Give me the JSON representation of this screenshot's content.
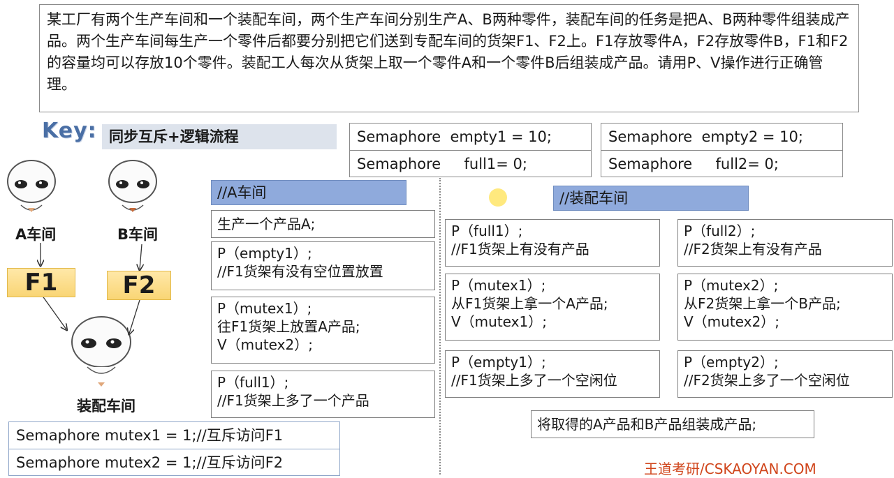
{
  "problem": {
    "text": "某工厂有两个生产车间和一个装配车间，两个生产车间分别生产A、B两种零件，装配车间的任务是把A、B两种零件组装成产品。两个生产车间每生产一个零件后都要分别把它们送到专配车间的货架F1、F2上。F1存放零件A，F2存放零件B，F1和F2的容量均可以存放10个零件。装配工人每次从货架上取一个零件A和一个零件B后组装成产品。请用P、V操作进行正确管理。"
  },
  "key": {
    "label": "Key:",
    "title": "同步互斥+逻辑流程"
  },
  "semaphores": {
    "set1": [
      "Semaphore  empty1 = 10;",
      "Semaphore     full1= 0;"
    ],
    "set2": [
      "Semaphore  empty2 = 10;",
      "Semaphore     full2= 0;"
    ],
    "mutex": [
      "Semaphore mutex1 = 1;//互斥访问F1",
      "Semaphore mutex2 = 1;//互斥访问F2"
    ]
  },
  "diagram": {
    "workshop_a": "A车间",
    "workshop_b": "B车间",
    "shelf_f1": "F1",
    "shelf_f2": "F2",
    "assembly": "装配车间"
  },
  "a_workshop": {
    "header": "//A车间",
    "steps": [
      "生产一个产品A;",
      "P（empty1）;\n//F1货架有没有空位置放置",
      "P（mutex1）;\n往F1货架上放置A产品;\nV（mutex2）;",
      "P（full1）;\n//F1货架上多了一个产品"
    ]
  },
  "assembly_workshop": {
    "header": "//装配车间",
    "left_steps": [
      "P（full1）;\n//F1货架上有没有产品",
      "P（mutex1）;\n从F1货架上拿一个A产品;\nV（mutex1）;",
      "P（empty1）;\n//F1货架上多了一个空闲位"
    ],
    "right_steps": [
      "P（full2）;\n//F2货架上有没有产品",
      "P（mutex2）;\n从F2货架上拿一个B产品;\nV（mutex2）;",
      "P（empty2）;\n//F2货架上多了一个空闲位"
    ],
    "final_step": "将取得的A产品和B产品组装成产品;"
  },
  "credit": "王道考研/CSKAOYAN.COM"
}
